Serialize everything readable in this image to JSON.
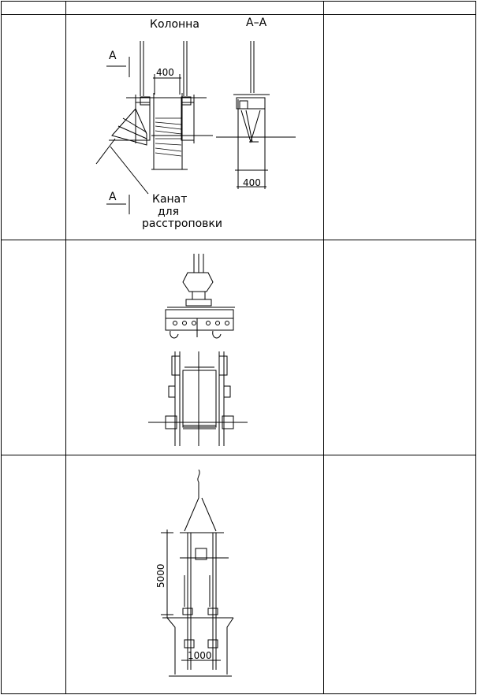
{
  "drawing1": {
    "title_column": "Колонна",
    "title_section": "А–А",
    "section_mark_top": "А",
    "section_mark_bottom": "А",
    "dim_top": "400",
    "dim_section": "400",
    "rope_line1": "Канат",
    "rope_line2": "для",
    "rope_line3": "расстроповки"
  },
  "drawing3": {
    "dim_height": "5000",
    "dim_width": "1000"
  }
}
